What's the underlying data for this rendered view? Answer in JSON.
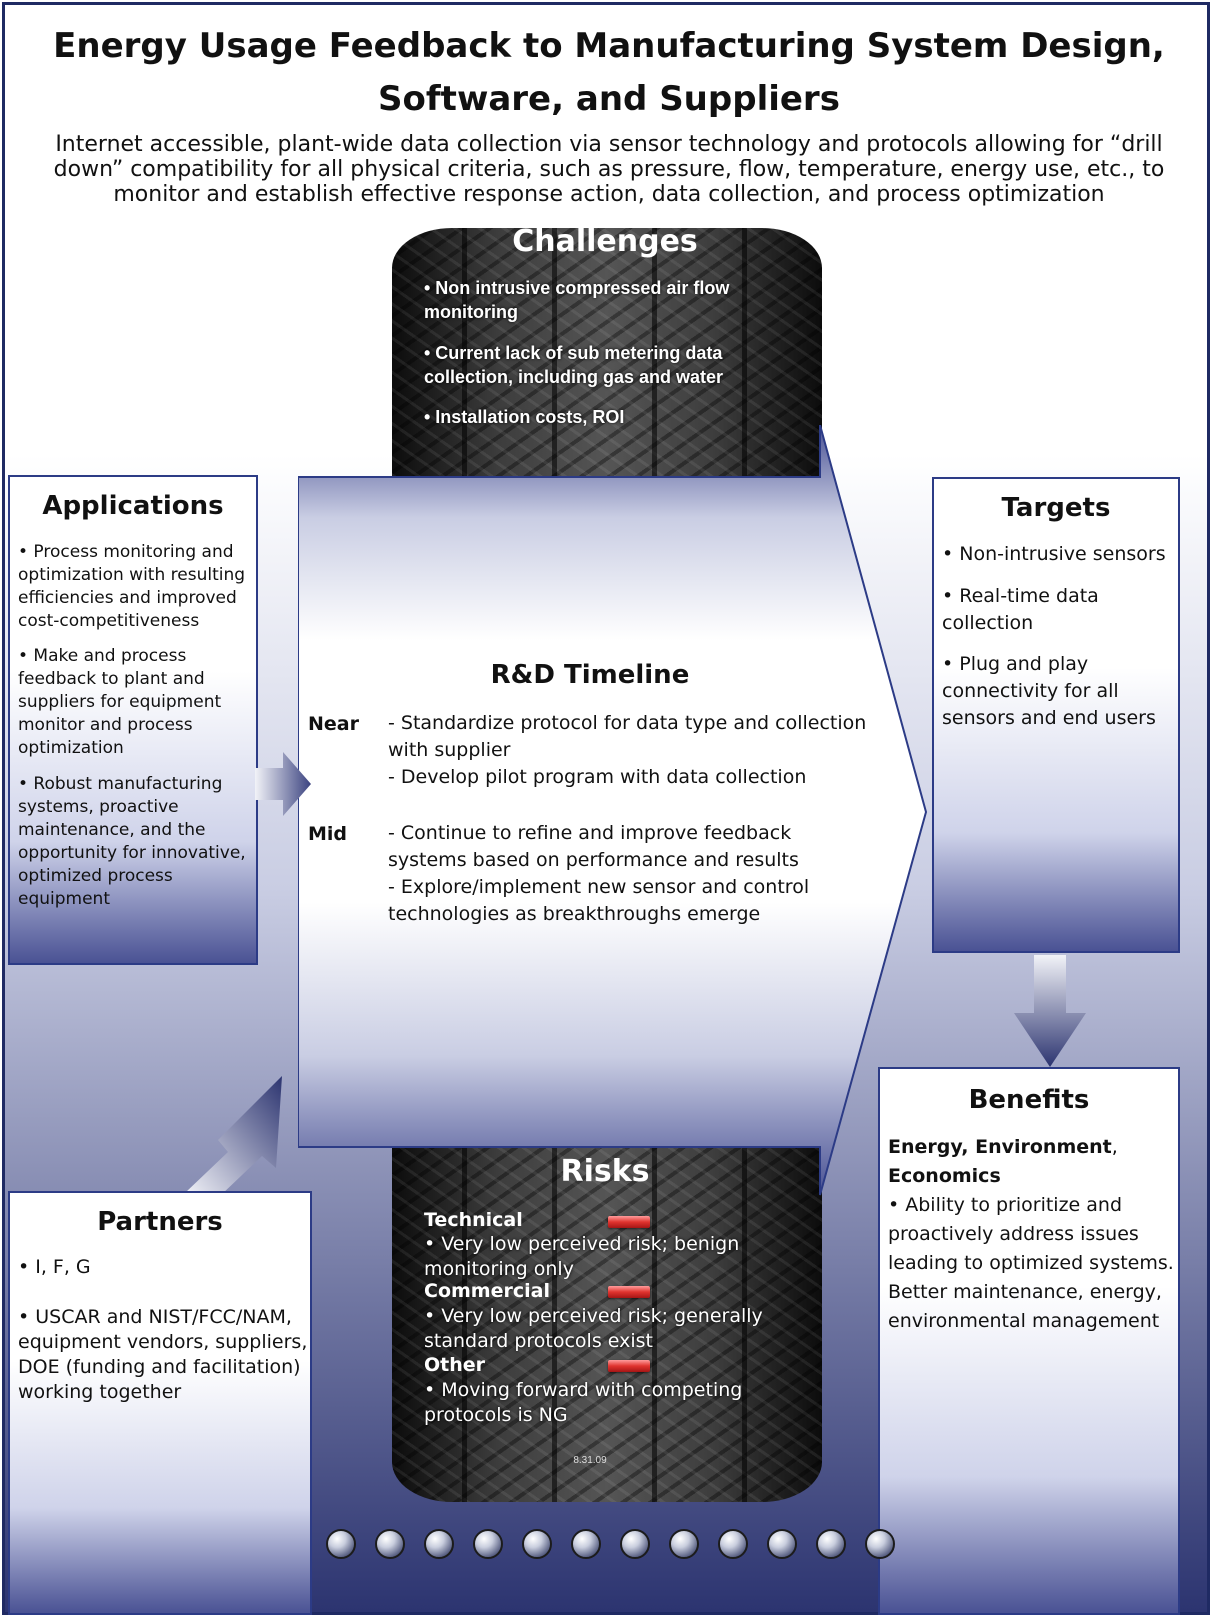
{
  "header": {
    "title": "Energy Usage Feedback to Manufacturing System Design, Software, and Suppliers",
    "subtitle": "Internet accessible, plant-wide data collection via sensor technology and protocols allowing for “drill down” compatibility for all physical criteria, such as pressure, flow, temperature, energy use, etc., to monitor and establish effective response action, data collection, and process optimization"
  },
  "challenges": {
    "title": "Challenges",
    "items": [
      "• Non intrusive compressed air flow monitoring",
      "• Current lack of sub metering data collection, including gas and water",
      "• Installation costs, ROI"
    ]
  },
  "applications": {
    "title": "Applications",
    "items": [
      "• Process monitoring and optimization with resulting efficiencies and improved cost-competitiveness",
      "• Make and process feedback to plant and suppliers for equipment monitor and process optimization",
      "• Robust manufacturing systems, proactive maintenance, and the opportunity for innovative, optimized process equipment"
    ]
  },
  "timeline": {
    "title": "R&D Timeline",
    "near_label": "Near",
    "near_items": [
      "- Standardize protocol for data type and collection with supplier",
      "- Develop pilot program with data collection"
    ],
    "mid_label": "Mid",
    "mid_items": [
      "- Continue to refine and improve feedback systems based on performance and results",
      "- Explore/implement new sensor and control technologies as breakthroughs emerge"
    ]
  },
  "targets": {
    "title": "Targets",
    "items": [
      "• Non-intrusive sensors",
      "• Real-time data collection",
      "• Plug and play connectivity for all sensors and end users"
    ]
  },
  "benefits": {
    "title": "Benefits",
    "heading_bold": "Energy, Environment",
    "heading_comma": ",",
    "heading_bold2": "Economics",
    "text": "• Ability to prioritize and proactively address issues leading to optimized systems. Better maintenance, energy, environmental management"
  },
  "partners": {
    "title": "Partners",
    "items": [
      "• I, F, G",
      "• USCAR and NIST/FCC/NAM, equipment vendors, suppliers, DOE (funding and facilitation) working together"
    ]
  },
  "risks": {
    "title": "Risks",
    "technical_label": "Technical",
    "technical_text": "• Very low perceived risk; benign monitoring only",
    "commercial_label": "Commercial",
    "commercial_text": "• Very low perceived risk; generally standard protocols exist",
    "other_label": "Other",
    "other_text": "• Moving forward with competing protocols is NG",
    "date": "8.31.09"
  },
  "colors": {
    "frame_border": "#1f2a63",
    "box_border": "#2c3b86",
    "arrow_dark": "#2c3470",
    "risk_marker": "#e0342f"
  },
  "icons": [
    "tire-image",
    "central-arrow-shape",
    "right-arrow-icon",
    "down-arrow-icon",
    "up-right-arrow-icon",
    "sphere-dot-icon"
  ]
}
